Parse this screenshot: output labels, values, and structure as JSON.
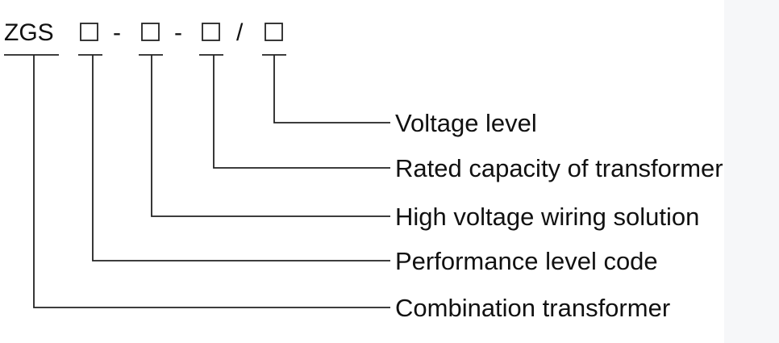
{
  "model_code": {
    "prefix": "ZGS",
    "sep1": "-",
    "sep2": "-",
    "sep3": "/"
  },
  "labels": [
    "Voltage level",
    "Rated capacity of transformer",
    "High voltage wiring solution",
    "Performance level code",
    "Combination transformer"
  ]
}
